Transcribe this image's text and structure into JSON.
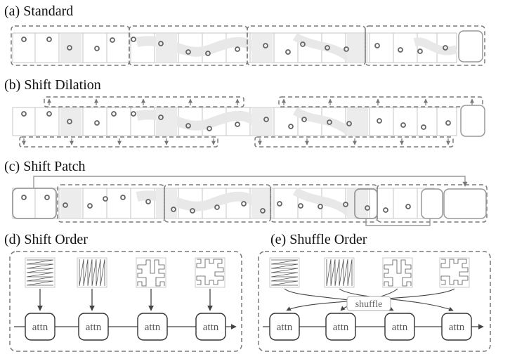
{
  "labels": {
    "a": "(a) Standard",
    "b": "(b) Shift Dilation",
    "c": "(c) Shift Patch",
    "d": "(d) Shift Order",
    "e": "(e) Shuffle Order"
  },
  "attn_label": "attn",
  "shuffle_label": "shuffle",
  "colors": {
    "dash": "#7a7a7a",
    "cell_border": "#bdbdbd",
    "shade": "#e6e6e6",
    "dot": "#666666",
    "line": "#444444",
    "box": "#333333"
  }
}
